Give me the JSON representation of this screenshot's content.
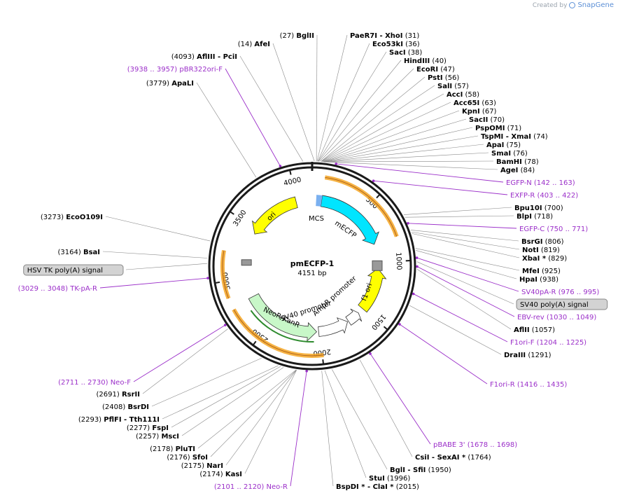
{
  "credit": {
    "created_by": "Created by",
    "brand": "SnapGene"
  },
  "plasmid": {
    "name": "pmECFP-1",
    "length_label": "4151 bp",
    "length": 4151
  },
  "ticks": [
    "500",
    "1000",
    "1500",
    "2000",
    "2500",
    "3000",
    "3500",
    "4000"
  ],
  "features": {
    "mcs": "MCS",
    "mecfp": "mECFP",
    "f1ori": "f1 ori",
    "ampr_promoter": "AmpR promoter",
    "sv40_promoter": "SV40 promoter",
    "neokanr": "NeoR/KanR",
    "ori": "ori"
  },
  "right_labels": [
    {
      "id": "r1",
      "parts": [
        {
          "t": "PaeR7I",
          "c": "enz"
        },
        {
          "t": "  - XhoI",
          "c": "enz"
        },
        {
          "t": "  (31)",
          "c": "pos"
        }
      ]
    },
    {
      "id": "r2",
      "parts": [
        {
          "t": "Eco53kI",
          "c": "enz"
        },
        {
          "t": "  (36)",
          "c": "pos"
        }
      ]
    },
    {
      "id": "r3",
      "parts": [
        {
          "t": "SacI",
          "c": "enz"
        },
        {
          "t": "  (38)",
          "c": "pos"
        }
      ]
    },
    {
      "id": "r4",
      "parts": [
        {
          "t": "HindIII",
          "c": "enz"
        },
        {
          "t": "  (40)",
          "c": "pos"
        }
      ]
    },
    {
      "id": "r5",
      "parts": [
        {
          "t": "EcoRI",
          "c": "enz"
        },
        {
          "t": "  (47)",
          "c": "pos"
        }
      ]
    },
    {
      "id": "r6",
      "parts": [
        {
          "t": "PstI",
          "c": "enz"
        },
        {
          "t": "  (56)",
          "c": "pos"
        }
      ]
    },
    {
      "id": "r7",
      "parts": [
        {
          "t": "SalI",
          "c": "enz"
        },
        {
          "t": "  (57)",
          "c": "pos"
        }
      ]
    },
    {
      "id": "r8",
      "parts": [
        {
          "t": "AccI",
          "c": "enz"
        },
        {
          "t": "  (58)",
          "c": "pos"
        }
      ]
    },
    {
      "id": "r9",
      "parts": [
        {
          "t": "Acc65I",
          "c": "enz"
        },
        {
          "t": "  (63)",
          "c": "pos"
        }
      ]
    },
    {
      "id": "r10",
      "parts": [
        {
          "t": "KpnI",
          "c": "enz"
        },
        {
          "t": "  (67)",
          "c": "pos"
        }
      ]
    },
    {
      "id": "r11",
      "parts": [
        {
          "t": "SacII",
          "c": "enz"
        },
        {
          "t": "  (70)",
          "c": "pos"
        }
      ]
    },
    {
      "id": "r12",
      "parts": [
        {
          "t": "PspOMI",
          "c": "enz"
        },
        {
          "t": "  (71)",
          "c": "pos"
        }
      ]
    },
    {
      "id": "r13",
      "parts": [
        {
          "t": "TspMI",
          "c": "enz"
        },
        {
          "t": "  - XmaI",
          "c": "enz"
        },
        {
          "t": "  (74)",
          "c": "pos"
        }
      ]
    },
    {
      "id": "r14",
      "parts": [
        {
          "t": "ApaI",
          "c": "enz"
        },
        {
          "t": "  (75)",
          "c": "pos"
        }
      ]
    },
    {
      "id": "r15",
      "parts": [
        {
          "t": "SmaI",
          "c": "enz"
        },
        {
          "t": "  (76)",
          "c": "pos"
        }
      ]
    },
    {
      "id": "r16",
      "parts": [
        {
          "t": "BamHI",
          "c": "enz"
        },
        {
          "t": "  (78)",
          "c": "pos"
        }
      ]
    },
    {
      "id": "r17",
      "parts": [
        {
          "t": "AgeI",
          "c": "enz"
        },
        {
          "t": "  (84)",
          "c": "pos"
        }
      ]
    },
    {
      "id": "r18",
      "parts": [
        {
          "t": "EGFP-N",
          "c": "feat"
        },
        {
          "t": "   (142 .. 163)",
          "c": "feat"
        }
      ]
    },
    {
      "id": "r19",
      "parts": [
        {
          "t": "EXFP-R",
          "c": "feat"
        },
        {
          "t": "   (403 .. 422)",
          "c": "feat"
        }
      ]
    },
    {
      "id": "r20",
      "parts": [
        {
          "t": "Bpu10I",
          "c": "enz"
        },
        {
          "t": "  (700)",
          "c": "pos"
        }
      ]
    },
    {
      "id": "r21",
      "parts": [
        {
          "t": "BlpI",
          "c": "enz"
        },
        {
          "t": "  (718)",
          "c": "pos"
        }
      ]
    },
    {
      "id": "r22",
      "parts": [
        {
          "t": "EGFP-C",
          "c": "feat"
        },
        {
          "t": "   (750 .. 771)",
          "c": "feat"
        }
      ]
    },
    {
      "id": "r23",
      "parts": [
        {
          "t": "BsrGI",
          "c": "enz"
        },
        {
          "t": "  (806)",
          "c": "pos"
        }
      ]
    },
    {
      "id": "r24",
      "parts": [
        {
          "t": "NotI",
          "c": "enz"
        },
        {
          "t": "  (819)",
          "c": "pos"
        }
      ]
    },
    {
      "id": "r25",
      "parts": [
        {
          "t": "XbaI *",
          "c": "enz"
        },
        {
          "t": "  (829)",
          "c": "pos"
        }
      ]
    },
    {
      "id": "r26",
      "parts": [
        {
          "t": "MfeI",
          "c": "enz"
        },
        {
          "t": "  (925)",
          "c": "pos"
        }
      ]
    },
    {
      "id": "r27",
      "parts": [
        {
          "t": "HpaI",
          "c": "enz"
        },
        {
          "t": "  (938)",
          "c": "pos"
        }
      ]
    },
    {
      "id": "r28",
      "parts": [
        {
          "t": "SV40pA-R",
          "c": "feat"
        },
        {
          "t": "   (976 .. 995)",
          "c": "feat"
        }
      ]
    },
    {
      "id": "r29",
      "parts": [
        {
          "t": "SV40 poly(A) signal",
          "c": "box"
        }
      ]
    },
    {
      "id": "r30",
      "parts": [
        {
          "t": "EBV-rev",
          "c": "feat"
        },
        {
          "t": "   (1030 .. 1049)",
          "c": "feat"
        }
      ]
    },
    {
      "id": "r31",
      "parts": [
        {
          "t": "AflII",
          "c": "enz"
        },
        {
          "t": "  (1057)",
          "c": "pos"
        }
      ]
    },
    {
      "id": "r32",
      "parts": [
        {
          "t": "F1ori-F",
          "c": "feat"
        },
        {
          "t": "   (1204 .. 1225)",
          "c": "feat"
        }
      ]
    },
    {
      "id": "r33",
      "parts": [
        {
          "t": "DraIII",
          "c": "enz"
        },
        {
          "t": "  (1291)",
          "c": "pos"
        }
      ]
    },
    {
      "id": "r34",
      "parts": [
        {
          "t": "F1ori-R",
          "c": "feat"
        },
        {
          "t": "   (1416 .. 1435)",
          "c": "feat"
        }
      ]
    },
    {
      "id": "r35",
      "parts": [
        {
          "t": "pBABE 3'",
          "c": "feat"
        },
        {
          "t": "   (1678 .. 1698)",
          "c": "feat"
        }
      ]
    },
    {
      "id": "r36",
      "parts": [
        {
          "t": "CsiI",
          "c": "enz"
        },
        {
          "t": "  - SexAI *",
          "c": "enz"
        },
        {
          "t": "  (1764)",
          "c": "pos"
        }
      ]
    },
    {
      "id": "r37",
      "parts": [
        {
          "t": "BglI",
          "c": "enz"
        },
        {
          "t": "  - SfiI",
          "c": "enz"
        },
        {
          "t": "  (1950)",
          "c": "pos"
        }
      ]
    },
    {
      "id": "r38",
      "parts": [
        {
          "t": "StuI",
          "c": "enz"
        },
        {
          "t": "  (1996)",
          "c": "pos"
        }
      ]
    },
    {
      "id": "r39",
      "parts": [
        {
          "t": "BspDI *",
          "c": "enz"
        },
        {
          "t": " - ClaI *",
          "c": "enz"
        },
        {
          "t": "  (2015)",
          "c": "pos"
        }
      ]
    }
  ],
  "left_labels": [
    {
      "id": "l1",
      "parts": [
        {
          "t": "(27)  ",
          "c": "pos"
        },
        {
          "t": "BglII",
          "c": "enz"
        }
      ]
    },
    {
      "id": "l2",
      "parts": [
        {
          "t": "(14)  ",
          "c": "pos"
        },
        {
          "t": "AfeI",
          "c": "enz"
        }
      ]
    },
    {
      "id": "l3",
      "parts": [
        {
          "t": "(4093)  ",
          "c": "pos"
        },
        {
          "t": "AflIII",
          "c": "enz"
        },
        {
          "t": "  - PciI",
          "c": "enz"
        }
      ]
    },
    {
      "id": "l4",
      "parts": [
        {
          "t": "(3938 .. 3957)",
          "c": "feat"
        },
        {
          "t": "   pBR322ori-F",
          "c": "feat"
        }
      ]
    },
    {
      "id": "l5",
      "parts": [
        {
          "t": "(3779)  ",
          "c": "pos"
        },
        {
          "t": "ApaLI",
          "c": "enz"
        }
      ]
    },
    {
      "id": "l6",
      "parts": [
        {
          "t": "(3273)  ",
          "c": "pos"
        },
        {
          "t": "EcoO109I",
          "c": "enz"
        }
      ]
    },
    {
      "id": "l7",
      "parts": [
        {
          "t": "(3164)  ",
          "c": "pos"
        },
        {
          "t": "BsaI",
          "c": "enz"
        }
      ]
    },
    {
      "id": "l8",
      "parts": [
        {
          "t": "HSV TK poly(A) signal",
          "c": "box"
        }
      ]
    },
    {
      "id": "l9",
      "parts": [
        {
          "t": "(3029 .. 3048)",
          "c": "feat"
        },
        {
          "t": "   TK-pA-R",
          "c": "feat"
        }
      ]
    },
    {
      "id": "l10",
      "parts": [
        {
          "t": "(2711 .. 2730)",
          "c": "feat"
        },
        {
          "t": "   Neo-F",
          "c": "feat"
        }
      ]
    },
    {
      "id": "l11",
      "parts": [
        {
          "t": "(2691)  ",
          "c": "pos"
        },
        {
          "t": "RsrII",
          "c": "enz"
        }
      ]
    },
    {
      "id": "l12",
      "parts": [
        {
          "t": "(2408)  ",
          "c": "pos"
        },
        {
          "t": "BsrDI",
          "c": "enz"
        }
      ]
    },
    {
      "id": "l13",
      "parts": [
        {
          "t": "(2293)  ",
          "c": "pos"
        },
        {
          "t": "PflFI",
          "c": "enz"
        },
        {
          "t": "  - Tth111I",
          "c": "enz"
        }
      ]
    },
    {
      "id": "l14",
      "parts": [
        {
          "t": "(2277)  ",
          "c": "pos"
        },
        {
          "t": "FspI",
          "c": "enz"
        }
      ]
    },
    {
      "id": "l15",
      "parts": [
        {
          "t": "(2257)  ",
          "c": "pos"
        },
        {
          "t": "MscI",
          "c": "enz"
        }
      ]
    },
    {
      "id": "l16",
      "parts": [
        {
          "t": "(2178)  ",
          "c": "pos"
        },
        {
          "t": "PluTI",
          "c": "enz"
        }
      ]
    },
    {
      "id": "l17",
      "parts": [
        {
          "t": "(2176)  ",
          "c": "pos"
        },
        {
          "t": "SfoI",
          "c": "enz"
        }
      ]
    },
    {
      "id": "l18",
      "parts": [
        {
          "t": "(2175)  ",
          "c": "pos"
        },
        {
          "t": "NarI",
          "c": "enz"
        }
      ]
    },
    {
      "id": "l19",
      "parts": [
        {
          "t": "(2174)  ",
          "c": "pos"
        },
        {
          "t": "KasI",
          "c": "enz"
        }
      ]
    },
    {
      "id": "l20",
      "parts": [
        {
          "t": "(2101 .. 2120)",
          "c": "feat"
        },
        {
          "t": "   Neo-R",
          "c": "feat"
        }
      ]
    }
  ],
  "colors": {
    "backbone": "#1a1a1a",
    "orange": "#f5a623",
    "cyan": "#00e5ff",
    "yellow": "#ffff00",
    "green_light": "#c8f7c8",
    "purple": "#9b2fc9",
    "gray_box": "#d3d3d3"
  }
}
